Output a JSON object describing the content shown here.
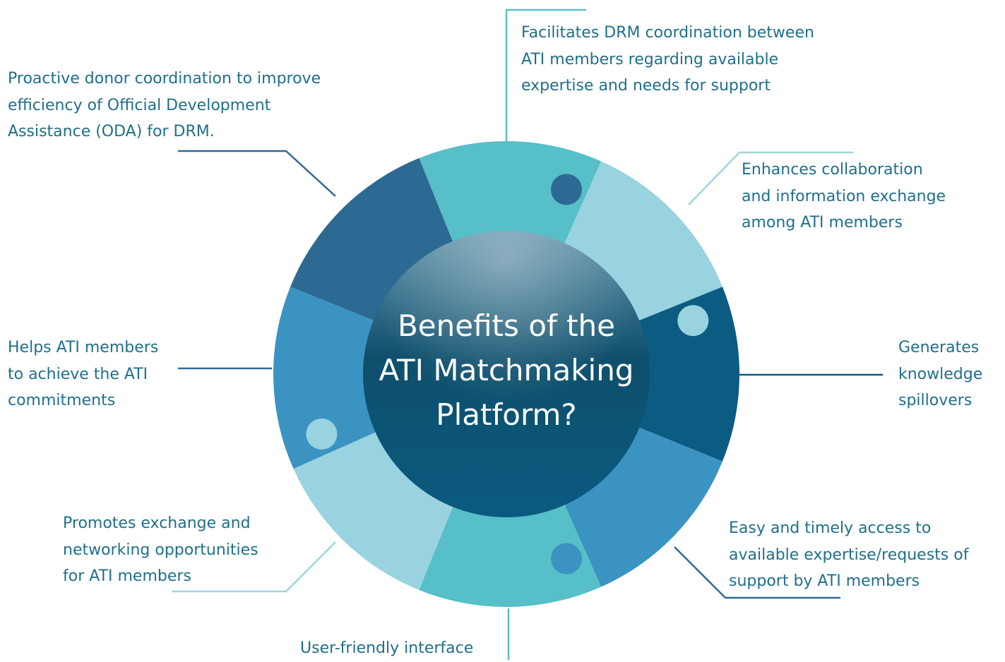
{
  "title": "Benefits of the\nATI Matchmaking\nPlatform?",
  "benefits": {
    "top": "Facilitates DRM coordination between\nATI members regarding available\nexpertise and needs for support",
    "upper_right": "Enhances collaboration\nand information exchange\namong ATI members",
    "right": "Generates\nknowledge\nspillovers",
    "lower_right": "Easy and timely access to\navailable expertise/requests of\nsupport by ATI members",
    "bottom": "User-friendly interface",
    "lower_left": "Promotes exchange and\nnetworking opportunities\nfor ATI members",
    "left": "Helps ATI members\nto achieve the ATI\ncommitments",
    "upper_left": "Proactive donor coordination to improve\nefficiency of Official Development\nAssistance (ODA) for DRM."
  },
  "colors": {
    "text": "#1f6f8b",
    "teal": "#56bfc8",
    "light_blue": "#99d3df",
    "navy": "#0b5b82",
    "mid_blue": "#3b93c2",
    "steel_blue": "#2d6a93",
    "center_dark": "#0d4a66",
    "center_light": "#2a7aa0",
    "title": "#ffffff",
    "line_teal": "#5bbfc5",
    "line_light": "#9fd4de",
    "line_navy": "#0e5a80",
    "line_steel": "#2f6b95"
  }
}
